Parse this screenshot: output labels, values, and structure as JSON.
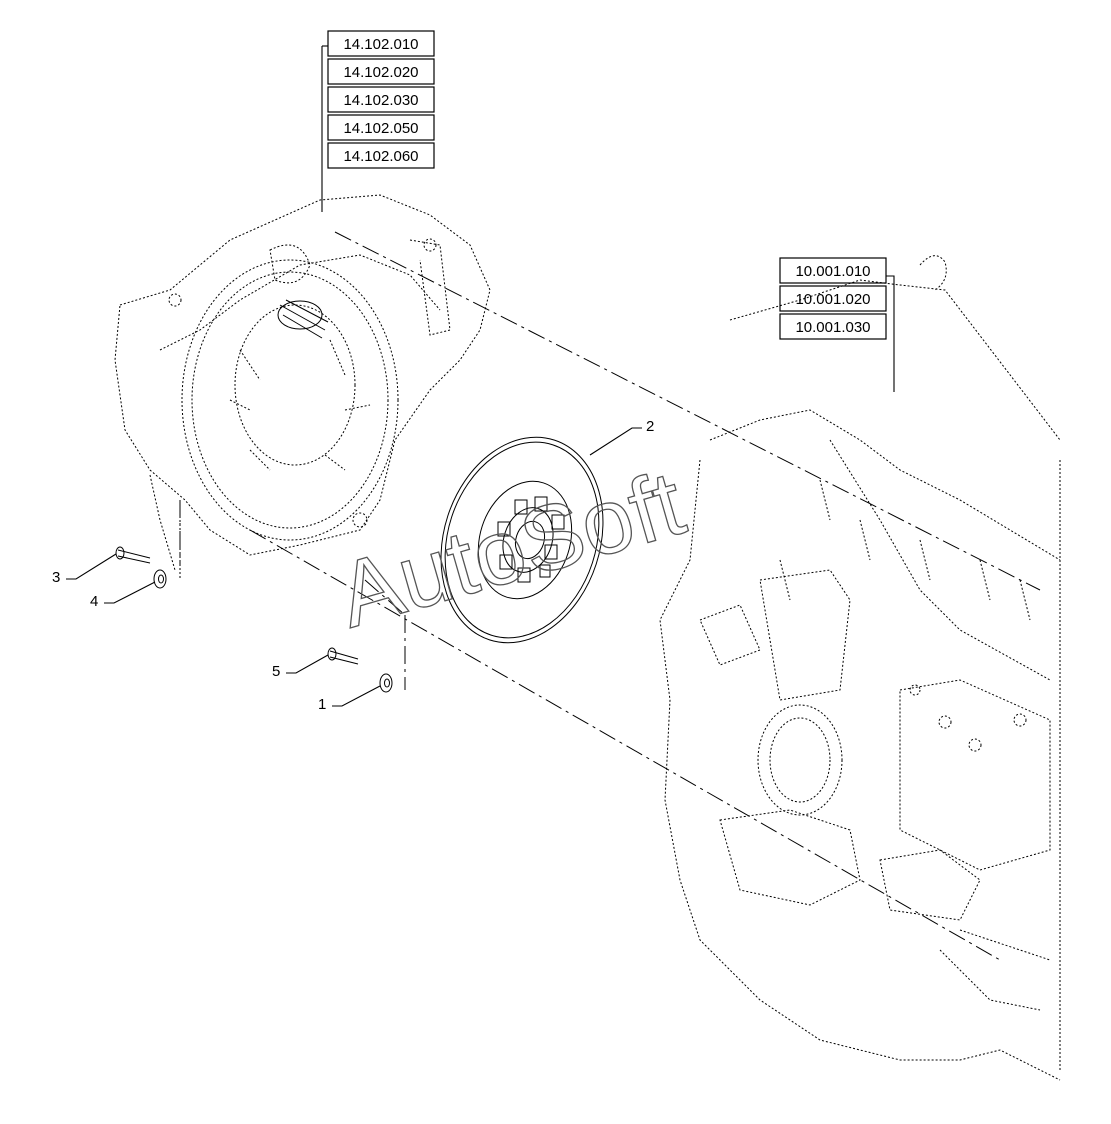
{
  "housing_refs": [
    "14.102.010",
    "14.102.020",
    "14.102.030",
    "14.102.050",
    "14.102.060"
  ],
  "engine_refs": [
    "10.001.010",
    "10.001.020",
    "10.001.030"
  ],
  "callouts": {
    "c1": "1",
    "c2": "2",
    "c3": "3",
    "c4": "4",
    "c5": "5"
  },
  "watermark": "AutoSoft"
}
